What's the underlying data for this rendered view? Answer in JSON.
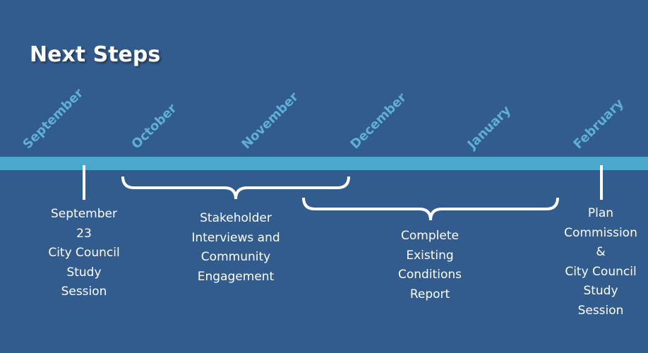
{
  "title": "Next Steps",
  "months": [
    "September",
    "October",
    "November",
    "December",
    "January",
    "February"
  ],
  "events": [
    {
      "label": "September\n23\nCity Council\nStudy\nSession"
    },
    {
      "label": "Stakeholder\nInterviews and\nCommunity\nEngagement"
    },
    {
      "label": "Complete\nExisting\nConditions\nReport"
    },
    {
      "label": "Plan\nCommission\n&\nCity Council\nStudy\nSession"
    }
  ],
  "colors": {
    "background": "#335c8e",
    "timeline_bar": "#4aa8cf",
    "month_text": "#5fb0d9",
    "text": "#ffffff"
  }
}
